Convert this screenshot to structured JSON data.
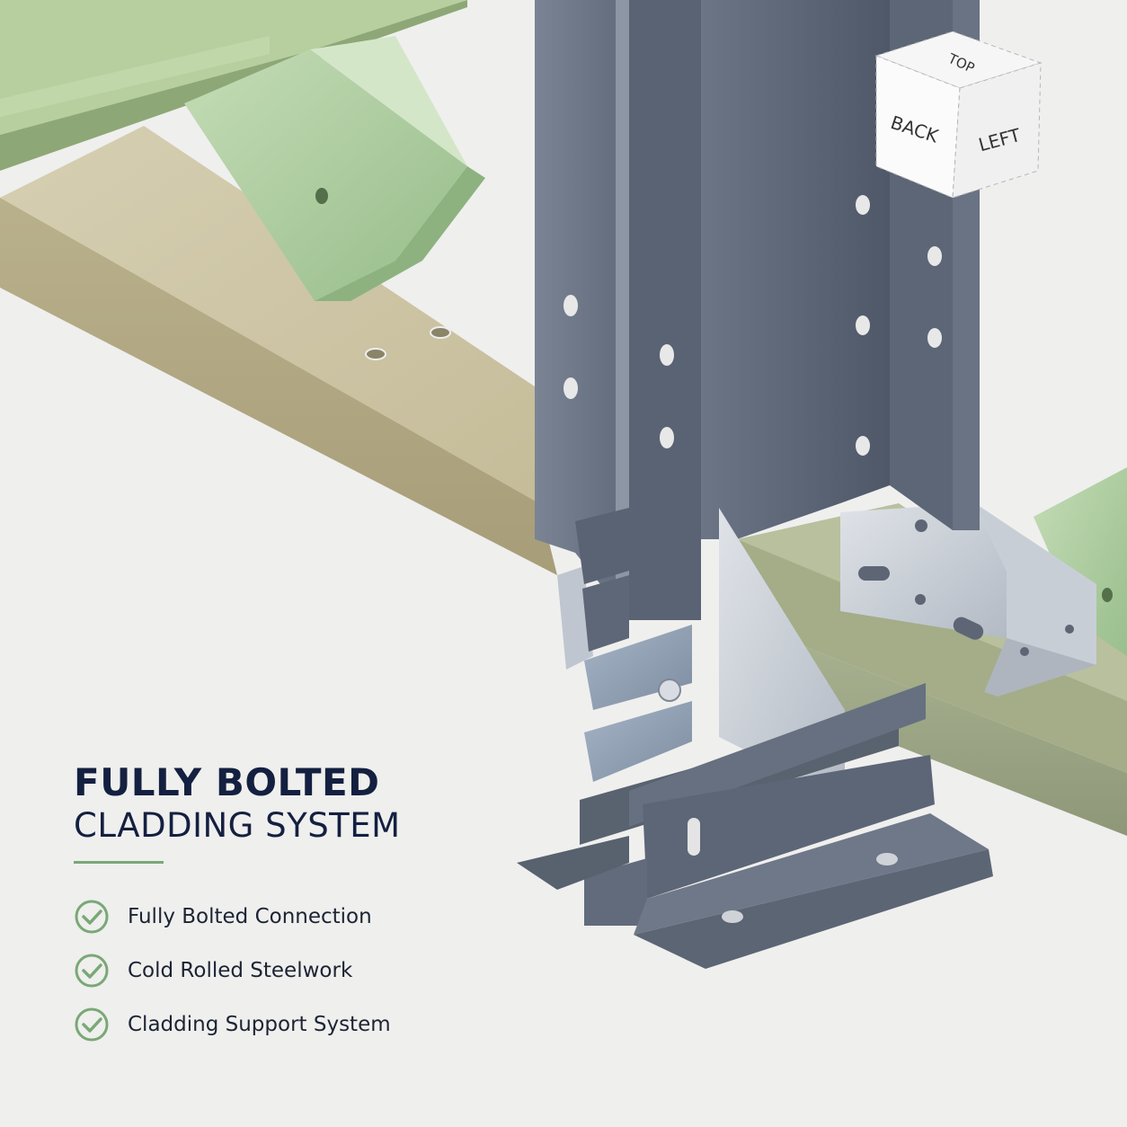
{
  "headline": {
    "line1": "FULLY BOLTED",
    "line2": "CLADDING SYSTEM"
  },
  "features": [
    "Fully Bolted Connection",
    "Cold Rolled Steelwork",
    "Cladding Support System"
  ],
  "view_cube": {
    "top": "TOP",
    "back": "BACK",
    "left": "LEFT"
  },
  "colors": {
    "background": "#efefee",
    "title": "#142040",
    "accent_green": "#7aa876",
    "steel_dark": "#5c6675",
    "galvanized": "#c9ced5",
    "green_member": "#a9c99d",
    "tan_member": "#c9c0a0"
  }
}
